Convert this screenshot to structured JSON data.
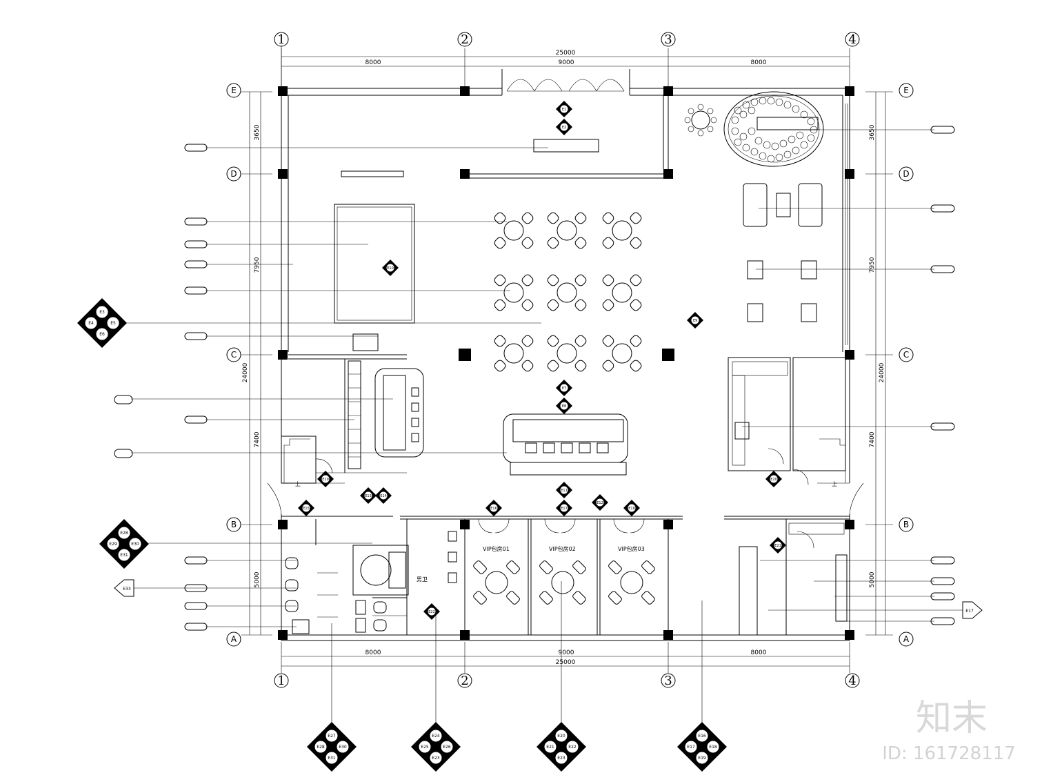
{
  "plan": {
    "dims": {
      "total_top": "25000",
      "total_bottom": "25000",
      "top_1": "8000",
      "top_2": "9000",
      "top_3": "8000",
      "bottom_1": "8000",
      "bottom_2": "9000",
      "bottom_3": "8000",
      "left_total": "24000",
      "right_total": "24000",
      "left_1": "3650",
      "left_2": "7950",
      "left_3": "7400",
      "left_4": "5000",
      "right_1": "3650",
      "right_2": "7950",
      "right_3": "7400",
      "right_4": "5000"
    },
    "col_axes": [
      "1",
      "2",
      "3",
      "4"
    ],
    "row_axes": [
      "E",
      "D",
      "C",
      "B",
      "A"
    ],
    "room_labels": {
      "vip_boxes": [
        "VIP包房01",
        "VIP包房02",
        "VIP包房03"
      ],
      "male_wc": "男卫",
      "stair_up": "上",
      "stair_up_right": "上"
    },
    "elev_tags": {
      "e1": "E1",
      "e2": "E2",
      "e3": "E3",
      "e4": "E4",
      "e5": "E5",
      "e6": "E6",
      "e7": "E7",
      "e8": "E8",
      "e9": "E9",
      "e10": "E10",
      "e11": "E11",
      "e12": "E12",
      "e13": "E13",
      "e14": "E14",
      "e15": "E15",
      "e16": "E16",
      "e17": "E17",
      "e18": "E18",
      "e19": "E19",
      "e20": "E20",
      "e21": "E21",
      "e22": "E22",
      "e23": "E23",
      "e24": "E24",
      "e25": "E25",
      "e26": "E26",
      "e27": "E27",
      "e28": "E28",
      "e29": "E29",
      "e30": "E30",
      "e31": "E31",
      "e32": "E32",
      "e33": "E33"
    }
  },
  "watermark": {
    "logo_text": "知末",
    "id_text": "ID: 161728117"
  }
}
